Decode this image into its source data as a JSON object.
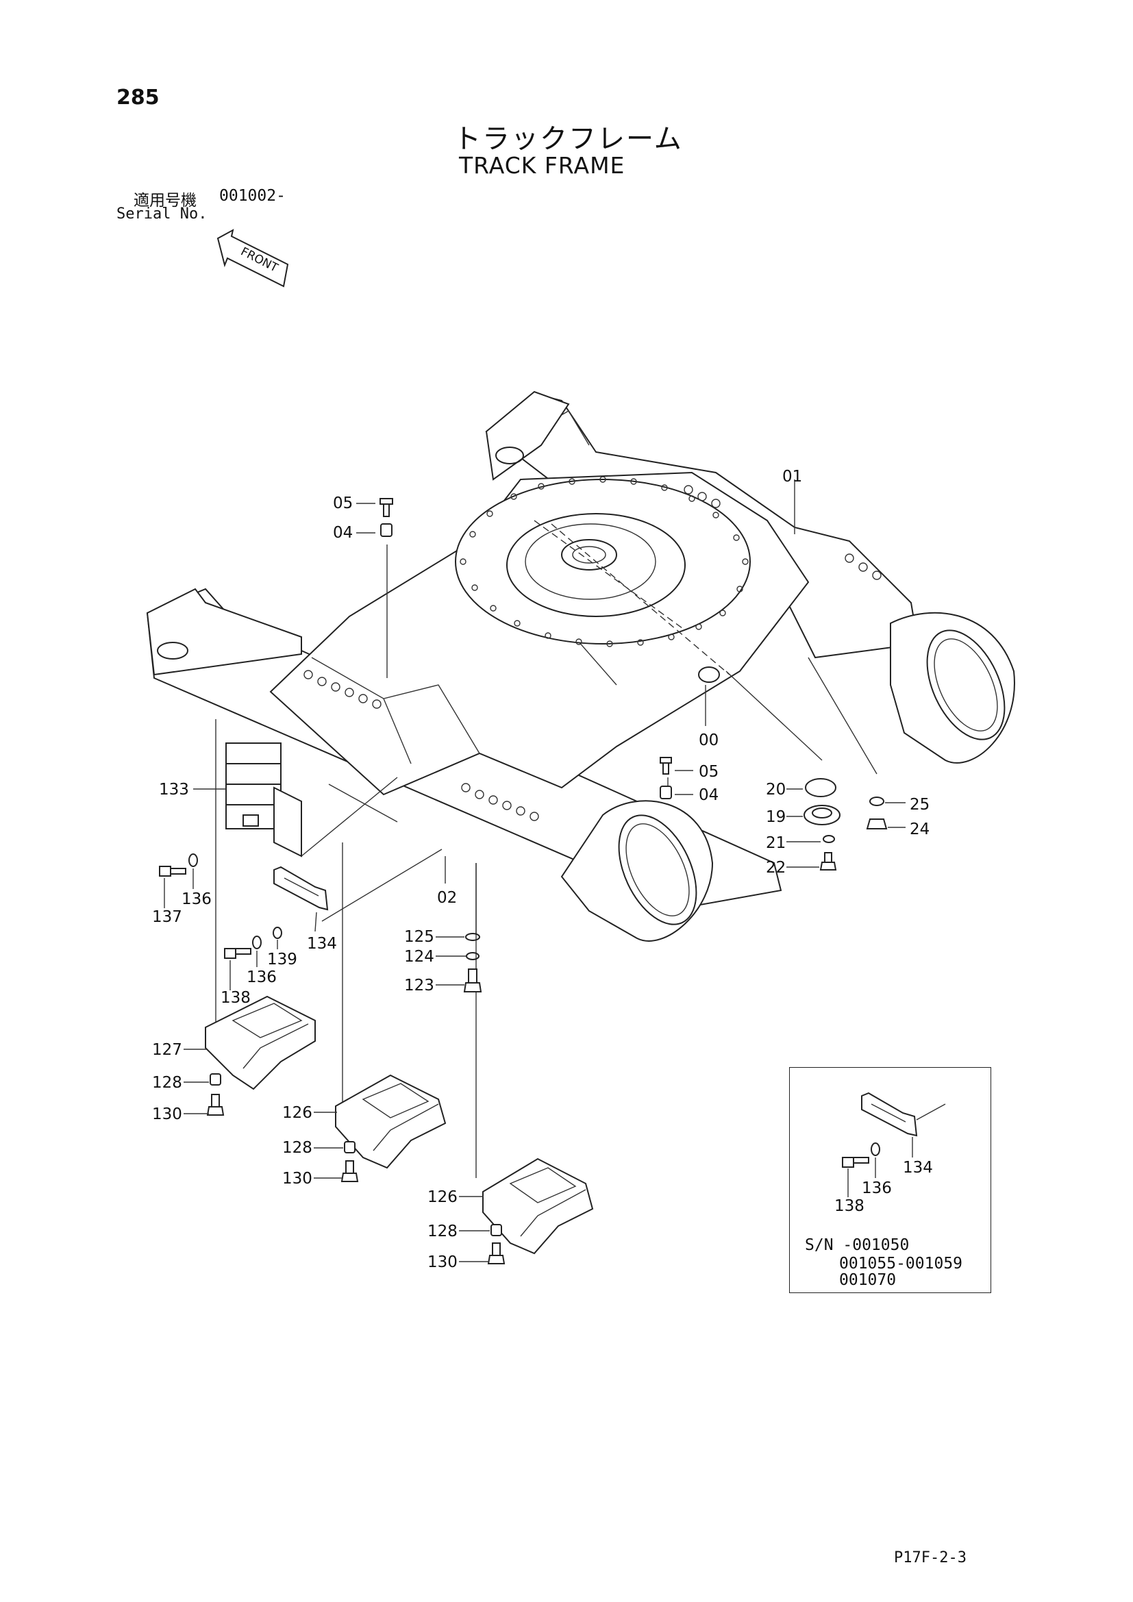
{
  "header": {
    "page_number": "285",
    "title_jp": "トラックフレーム",
    "title_en": "TRACK FRAME",
    "serial_label_jp": "適用号機",
    "serial_range": "001002-",
    "serial_label_en": "Serial No.",
    "front_arrow": "FRONT"
  },
  "part_labels": {
    "p00": "00",
    "p01": "01",
    "p02": "02",
    "p04a": "04",
    "p05a": "05",
    "p04b": "04",
    "p05b": "05",
    "p19": "19",
    "p20": "20",
    "p21": "21",
    "p22": "22",
    "p24": "24",
    "p25": "25",
    "p123": "123",
    "p124": "124",
    "p125": "125",
    "p126a": "126",
    "p126b": "126",
    "p127": "127",
    "p128a": "128",
    "p128b": "128",
    "p128c": "128",
    "p130a": "130",
    "p130b": "130",
    "p130c": "130",
    "p133": "133",
    "p134": "134",
    "p136a": "136",
    "p136b": "136",
    "p137": "137",
    "p138": "138",
    "p139": "139"
  },
  "inset": {
    "p134": "134",
    "p136": "136",
    "p138": "138",
    "sn_line1": "S/N -001050",
    "sn_line2": "001055-001059",
    "sn_line3": "001070"
  },
  "footer": {
    "page_code": "P17F-2-3"
  }
}
